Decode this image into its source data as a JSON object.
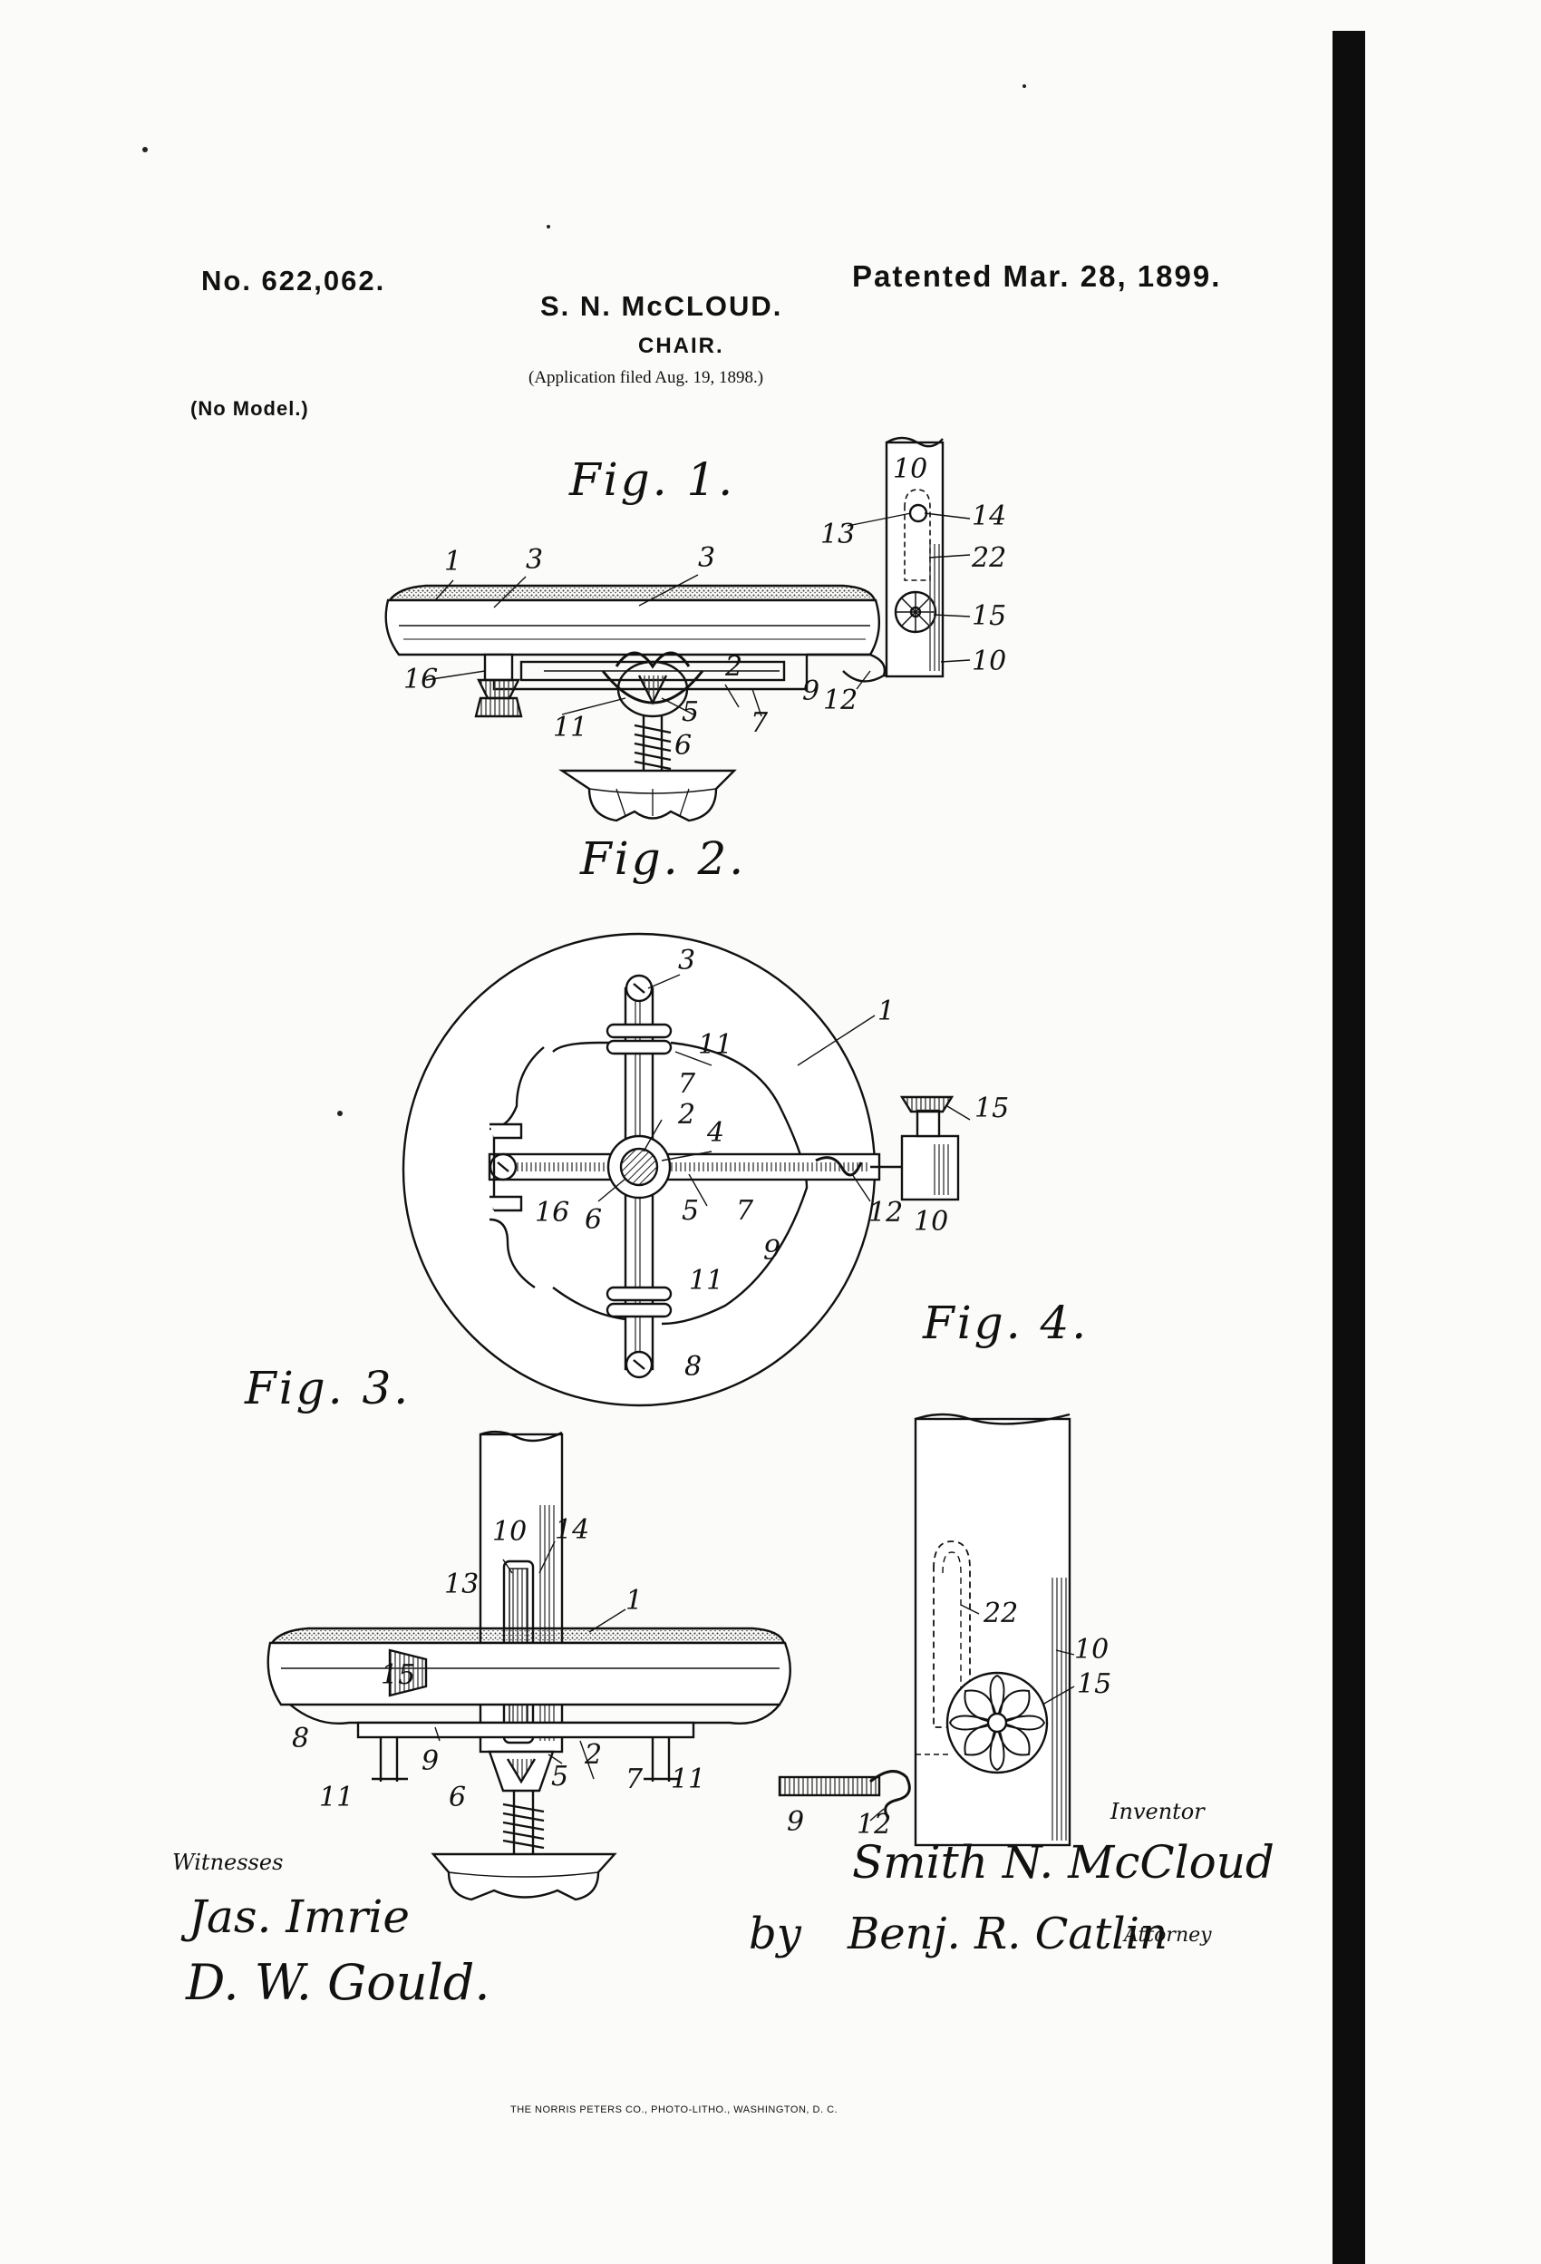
{
  "header": {
    "patent_number": "No. 622,062.",
    "patented_date": "Patented Mar. 28, 1899.",
    "inventor_name": "S. N. McCLOUD.",
    "title": "CHAIR.",
    "application_filed": "(Application filed Aug. 19, 1898.)",
    "model_note": "(No Model.)"
  },
  "figures": {
    "fig1": "Fig. 1.",
    "fig2": "Fig. 2.",
    "fig3": "Fig. 3.",
    "fig4": "Fig. 4."
  },
  "signatures": {
    "witnesses_label": "Witnesses",
    "witness_1": "Jas. Imrie",
    "witness_2": "D. W. Gould.",
    "inventor_label": "Inventor",
    "inventor_signature": "Smith N. McCloud",
    "by_label": "by",
    "attorney_signature": "Benj. R. Catlin",
    "attorney_label": "Attorney"
  },
  "printer_note": "THE NORRIS PETERS CO., PHOTO-LITHO., WASHINGTON, D. C.",
  "reference_numerals": {
    "fig1": [
      "10",
      "13",
      "14",
      "22",
      "1",
      "3",
      "3",
      "15",
      "16",
      "2",
      "10",
      "9",
      "12",
      "11",
      "5",
      "7",
      "6"
    ],
    "fig2": [
      "3",
      "1",
      "11",
      "7",
      "2",
      "4",
      "15",
      "16",
      "6",
      "5",
      "7",
      "12",
      "10",
      "9",
      "11",
      "8"
    ],
    "fig3": [
      "10",
      "14",
      "13",
      "1",
      "15",
      "8",
      "9",
      "2",
      "11",
      "6",
      "5",
      "7",
      "11"
    ],
    "fig4": [
      "22",
      "10",
      "15",
      "9",
      "12"
    ]
  }
}
